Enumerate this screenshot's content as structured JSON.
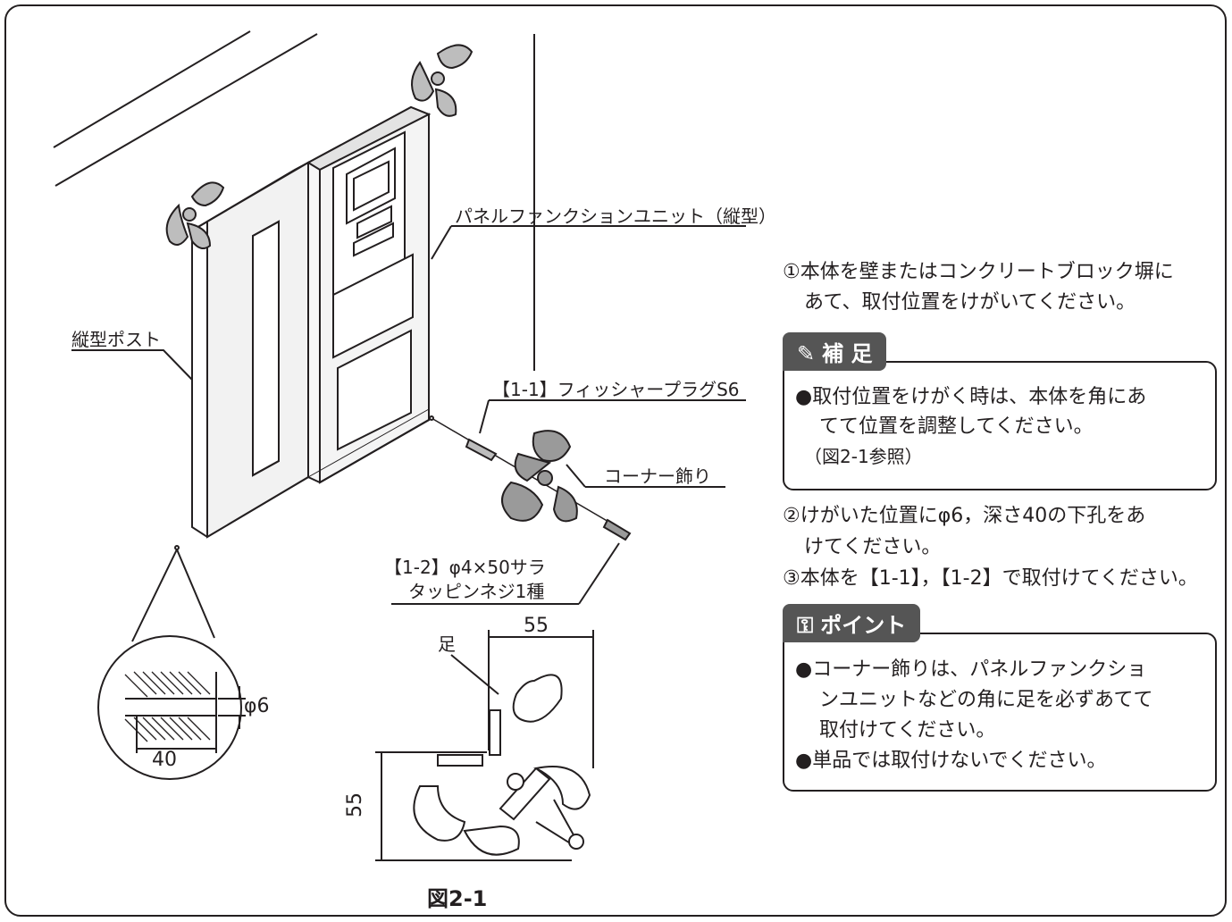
{
  "labels": {
    "panel_unit": "パネルファンクションユニット（縦型）",
    "vertical_post": "縦型ポスト",
    "plug": "【1-1】フィッシャープラグS6",
    "corner_deco": "コーナー飾り",
    "screw_line1": "【1-2】φ4×50サラ",
    "screw_line2": "タッピンネジ1種",
    "foot": "足",
    "dim_55_top": "55",
    "dim_55_side": "55",
    "dim_phi6": "φ6",
    "dim_40": "40",
    "figure_caption": "図2-1"
  },
  "steps": {
    "step1_line1": "①本体を壁またはコンクリートブロック塀に",
    "step1_line2": "あて、取付位置をけがいてください。",
    "step2_line1": "②けがいた位置にφ6，深さ40の下孔をあ",
    "step2_line2": "けてください。",
    "step3": "③本体を【1-1】，【1-2】で取付けてください。"
  },
  "supplement": {
    "title": "補 足",
    "icon": "pencil-icon",
    "line1": "●取付位置をけがく時は、本体を角にあ",
    "line2": "てて位置を調整してください。",
    "line3": "（図2-1参照）"
  },
  "point": {
    "title": "ポイント",
    "icon": "key-icon",
    "line1": "●コーナー飾りは、パネルファンクショ",
    "line2": "ンユニットなどの角に足を必ずあてて",
    "line3": "取付けてください。",
    "line4": "●単品では取付けないでください。"
  },
  "colors": {
    "line": "#231f20",
    "gray_fill": "#9a9a9a",
    "tab_bg": "#555555"
  }
}
